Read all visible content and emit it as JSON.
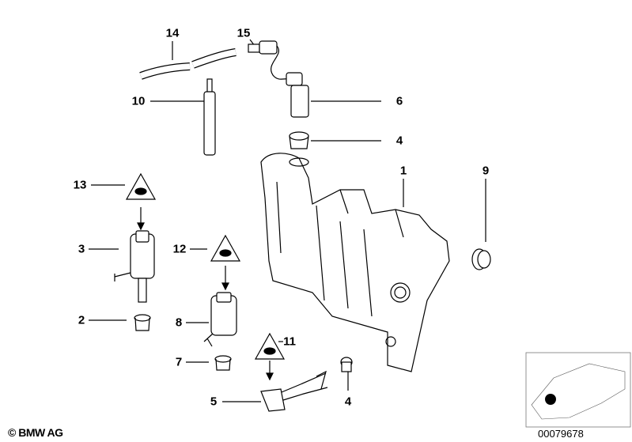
{
  "diagram": {
    "callouts": [
      {
        "id": "14",
        "label": "14"
      },
      {
        "id": "15",
        "label": "15"
      },
      {
        "id": "10",
        "label": "10"
      },
      {
        "id": "6",
        "label": "6"
      },
      {
        "id": "4a",
        "label": "4"
      },
      {
        "id": "1",
        "label": "1"
      },
      {
        "id": "9",
        "label": "9"
      },
      {
        "id": "13",
        "label": "13"
      },
      {
        "id": "3",
        "label": "3"
      },
      {
        "id": "12",
        "label": "12"
      },
      {
        "id": "2",
        "label": "2"
      },
      {
        "id": "8",
        "label": "8"
      },
      {
        "id": "7",
        "label": "7"
      },
      {
        "id": "11",
        "label": "11"
      },
      {
        "id": "5",
        "label": "5"
      },
      {
        "id": "4b",
        "label": "4"
      }
    ],
    "copyright": "© BMW AG",
    "document_number": "00079678"
  }
}
